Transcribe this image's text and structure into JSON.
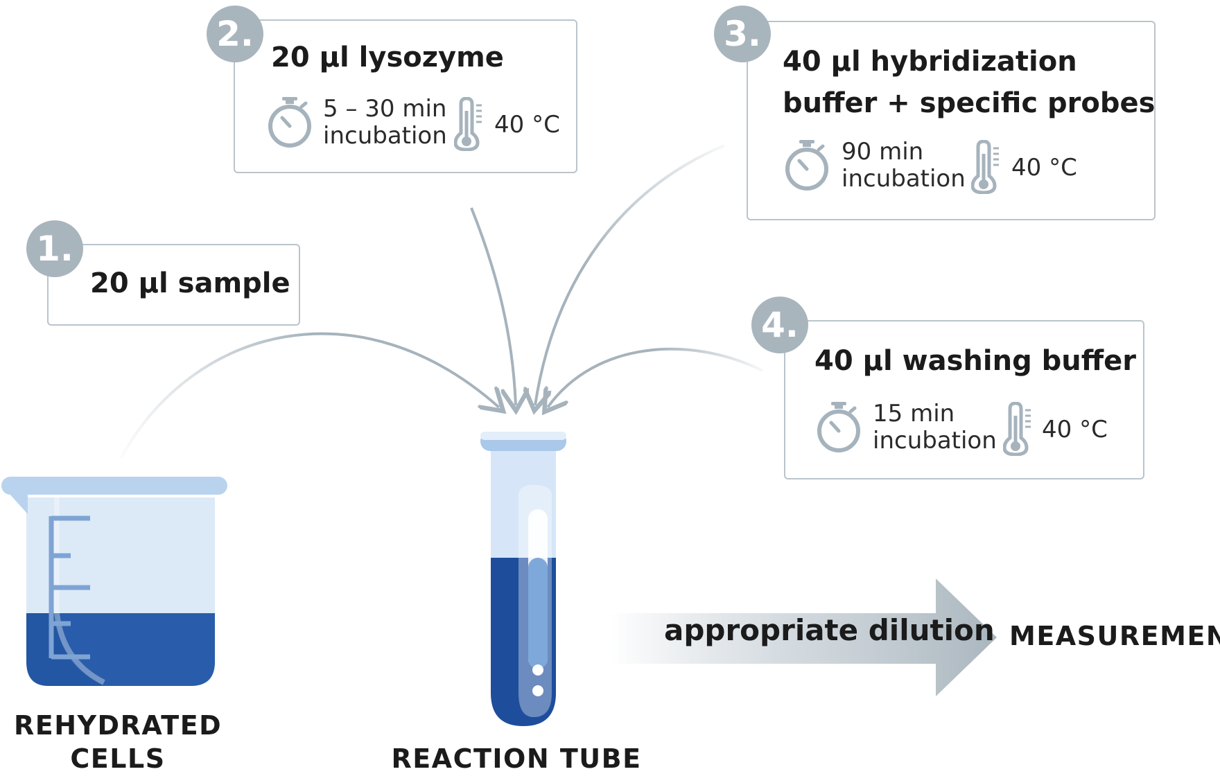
{
  "colors": {
    "box_border": "#b9c4cc",
    "step_circle": "#a9b5bd",
    "arrow": "#a6b3bc",
    "liquid": "#1f4f9e",
    "glass": "#dce9f7"
  },
  "steps": [
    {
      "number": "1.",
      "title_lines": [
        "20 µl sample"
      ]
    },
    {
      "number": "2.",
      "title_lines": [
        "20 µl lysozyme"
      ],
      "time_lines": [
        "5 – 30 min",
        "incubation"
      ],
      "temperature": "40 °C"
    },
    {
      "number": "3.",
      "title_lines": [
        "40 µl hybridization",
        "buffer + specific probes"
      ],
      "time_lines": [
        "90 min",
        "incubation"
      ],
      "temperature": "40 °C"
    },
    {
      "number": "4.",
      "title_lines": [
        "40 µl washing buffer"
      ],
      "time_lines": [
        "15 min",
        "incubation"
      ],
      "temperature": "40 °C"
    }
  ],
  "icons": {
    "timer": "stopwatch-icon",
    "temperature": "thermometer-icon",
    "beaker": "beaker-icon",
    "tube": "test-tube-icon"
  },
  "beaker_label": [
    "REHYDRATED",
    "CELLS"
  ],
  "tube_label": "REACTION TUBE",
  "dilution_label": "appropriate dilution",
  "result_label": "MEASUREMENT"
}
